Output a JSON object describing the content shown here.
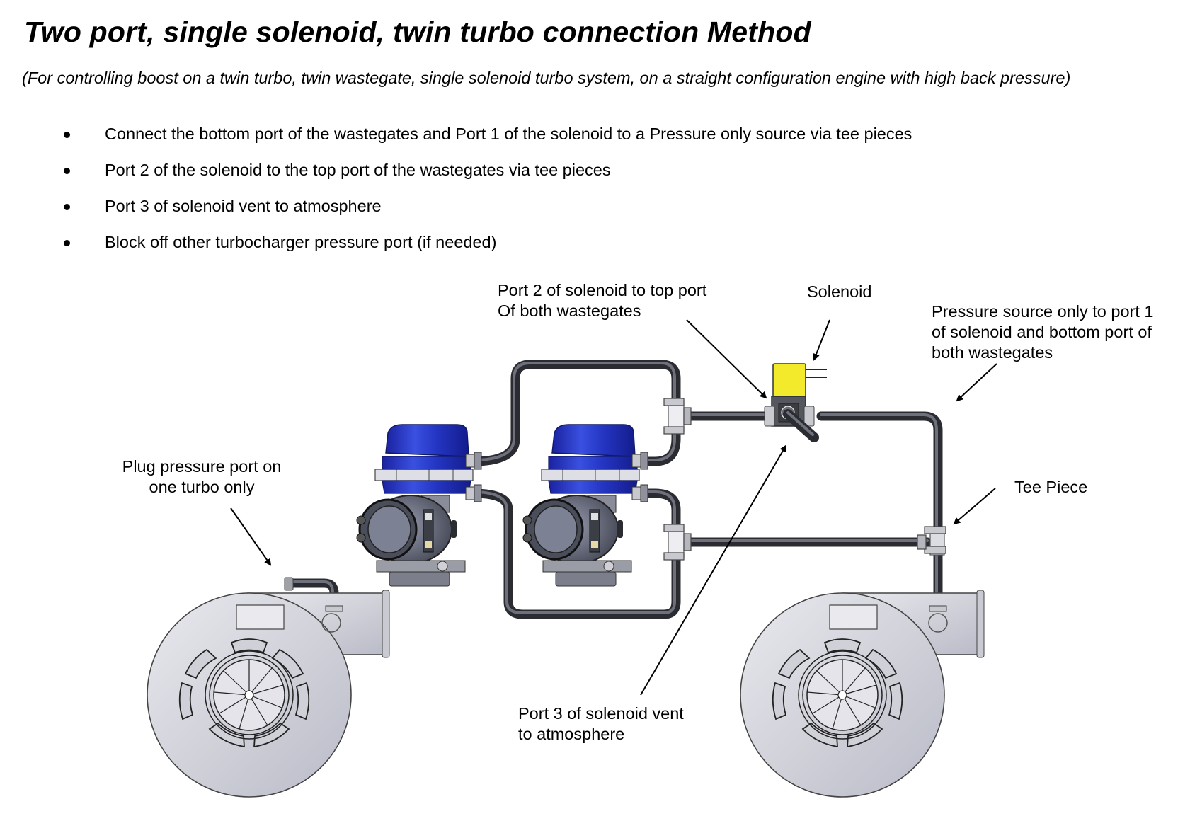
{
  "document": {
    "title": "Two port, single solenoid, twin turbo connection Method",
    "subtitle": "(For controlling boost on a twin turbo, twin wastegate, single solenoid turbo system, on a straight configuration engine with high back pressure)",
    "bullets": [
      "Connect the bottom port of the wastegates and Port 1 of the solenoid to a Pressure only source via tee pieces",
      "Port 2 of the solenoid to the top port of the wastegates via tee pieces",
      "Port 3 of solenoid vent to atmosphere",
      "Block off other turbocharger pressure port (if needed)"
    ]
  },
  "diagram": {
    "callouts": {
      "port2": [
        "Port 2 of solenoid to top port",
        "Of both wastegates"
      ],
      "solenoid": [
        "Solenoid"
      ],
      "pressure_source": [
        "Pressure source only to port 1",
        "of solenoid and bottom port of",
        "both wastegates"
      ],
      "plug": [
        "Plug pressure port on",
        "one turbo only"
      ],
      "tee_piece": [
        "Tee Piece"
      ],
      "port3": [
        "Port 3 of solenoid vent",
        "to atmosphere"
      ]
    },
    "components": [
      "turbocharger-left",
      "turbocharger-right",
      "wastegate-left",
      "wastegate-right",
      "solenoid",
      "tee-piece-top",
      "tee-piece-bottom",
      "tee-piece-right"
    ],
    "colors": {
      "wastegate_cap": "#1f2fb8",
      "solenoid_coil": "#f4ea2c",
      "hose": "#4a4d55",
      "turbo_body": "#d4d5de",
      "fitting": "#c8c9cf"
    }
  }
}
